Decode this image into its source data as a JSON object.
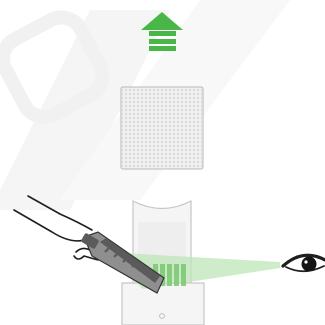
{
  "colors": {
    "accent_green": "#49B648",
    "light_green": "#BEE6B8",
    "watermark": "#F4F4F4",
    "filter_fill": "#EFEFEF",
    "filter_stroke": "#B9B9B9",
    "dots": "#C9C9C9",
    "body_fill": "#F5F5F5",
    "body_stroke": "#C6C6C6",
    "brush_dark": "#5B5B5B",
    "brush_mid": "#8F8F8F",
    "line": "#333333"
  },
  "icons": {
    "up_arrow": "up-arrow-icon",
    "eye": "eye-icon",
    "hand": "hand-icon",
    "brush": "brush-tool-icon",
    "watermark": "watermark-logo"
  },
  "steps": {
    "direction": "up",
    "sequence": [
      "filter-removed",
      "brush-sensor",
      "inspect-sensor"
    ]
  }
}
